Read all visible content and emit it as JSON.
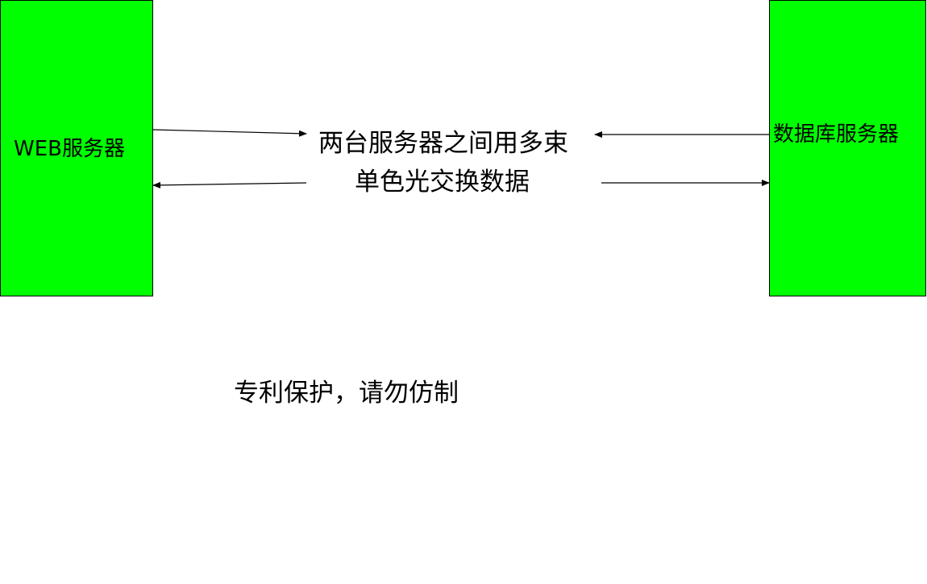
{
  "colors": {
    "server_fill": "#00ff00",
    "border": "#000000",
    "text": "#000000",
    "background": "#ffffff"
  },
  "web_server": {
    "label": "WEB服务器"
  },
  "db_server": {
    "label": "数据库服务器"
  },
  "caption": {
    "line1": "两台服务器之间用多束",
    "line2": "单色光交换数据"
  },
  "notice": "专利保护，请勿仿制"
}
